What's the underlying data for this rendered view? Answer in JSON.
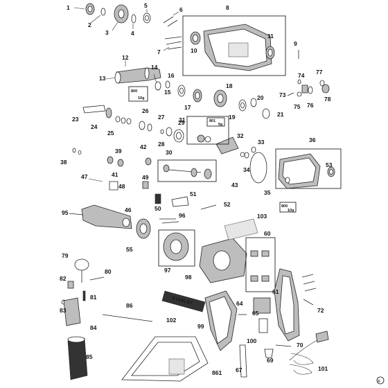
{
  "copyright_symbol": "©",
  "brand": "STANLEY",
  "callouts": {
    "grease_a": {
      "line1": "800",
      "line2": "10g"
    },
    "grease_b": {
      "line1": "801",
      "line2": "5g"
    },
    "grease_c": {
      "line1": "800",
      "line2": "10g"
    }
  },
  "part_labels": [
    "1",
    "2",
    "3",
    "4",
    "5",
    "6",
    "7",
    "8",
    "9",
    "10",
    "11",
    "12",
    "13",
    "14",
    "15",
    "16",
    "17",
    "18",
    "19",
    "20",
    "21",
    "23",
    "24",
    "25",
    "26",
    "27",
    "28",
    "29",
    "30",
    "31",
    "32",
    "33",
    "34",
    "35",
    "36",
    "38",
    "39",
    "41",
    "42",
    "43",
    "46",
    "47",
    "48",
    "49",
    "50",
    "51",
    "52",
    "53",
    "55",
    "60",
    "61",
    "64",
    "65",
    "67",
    "69",
    "70",
    "72",
    "73",
    "74",
    "75",
    "76",
    "77",
    "78",
    "79",
    "80",
    "81",
    "82",
    "83",
    "84",
    "85",
    "86",
    "95",
    "96",
    "97",
    "98",
    "99",
    "100",
    "101",
    "102",
    "103",
    "861"
  ],
  "colors": {
    "ink": "#111111",
    "part_fill": "#ffffff",
    "shade": "#bdbdbd"
  }
}
